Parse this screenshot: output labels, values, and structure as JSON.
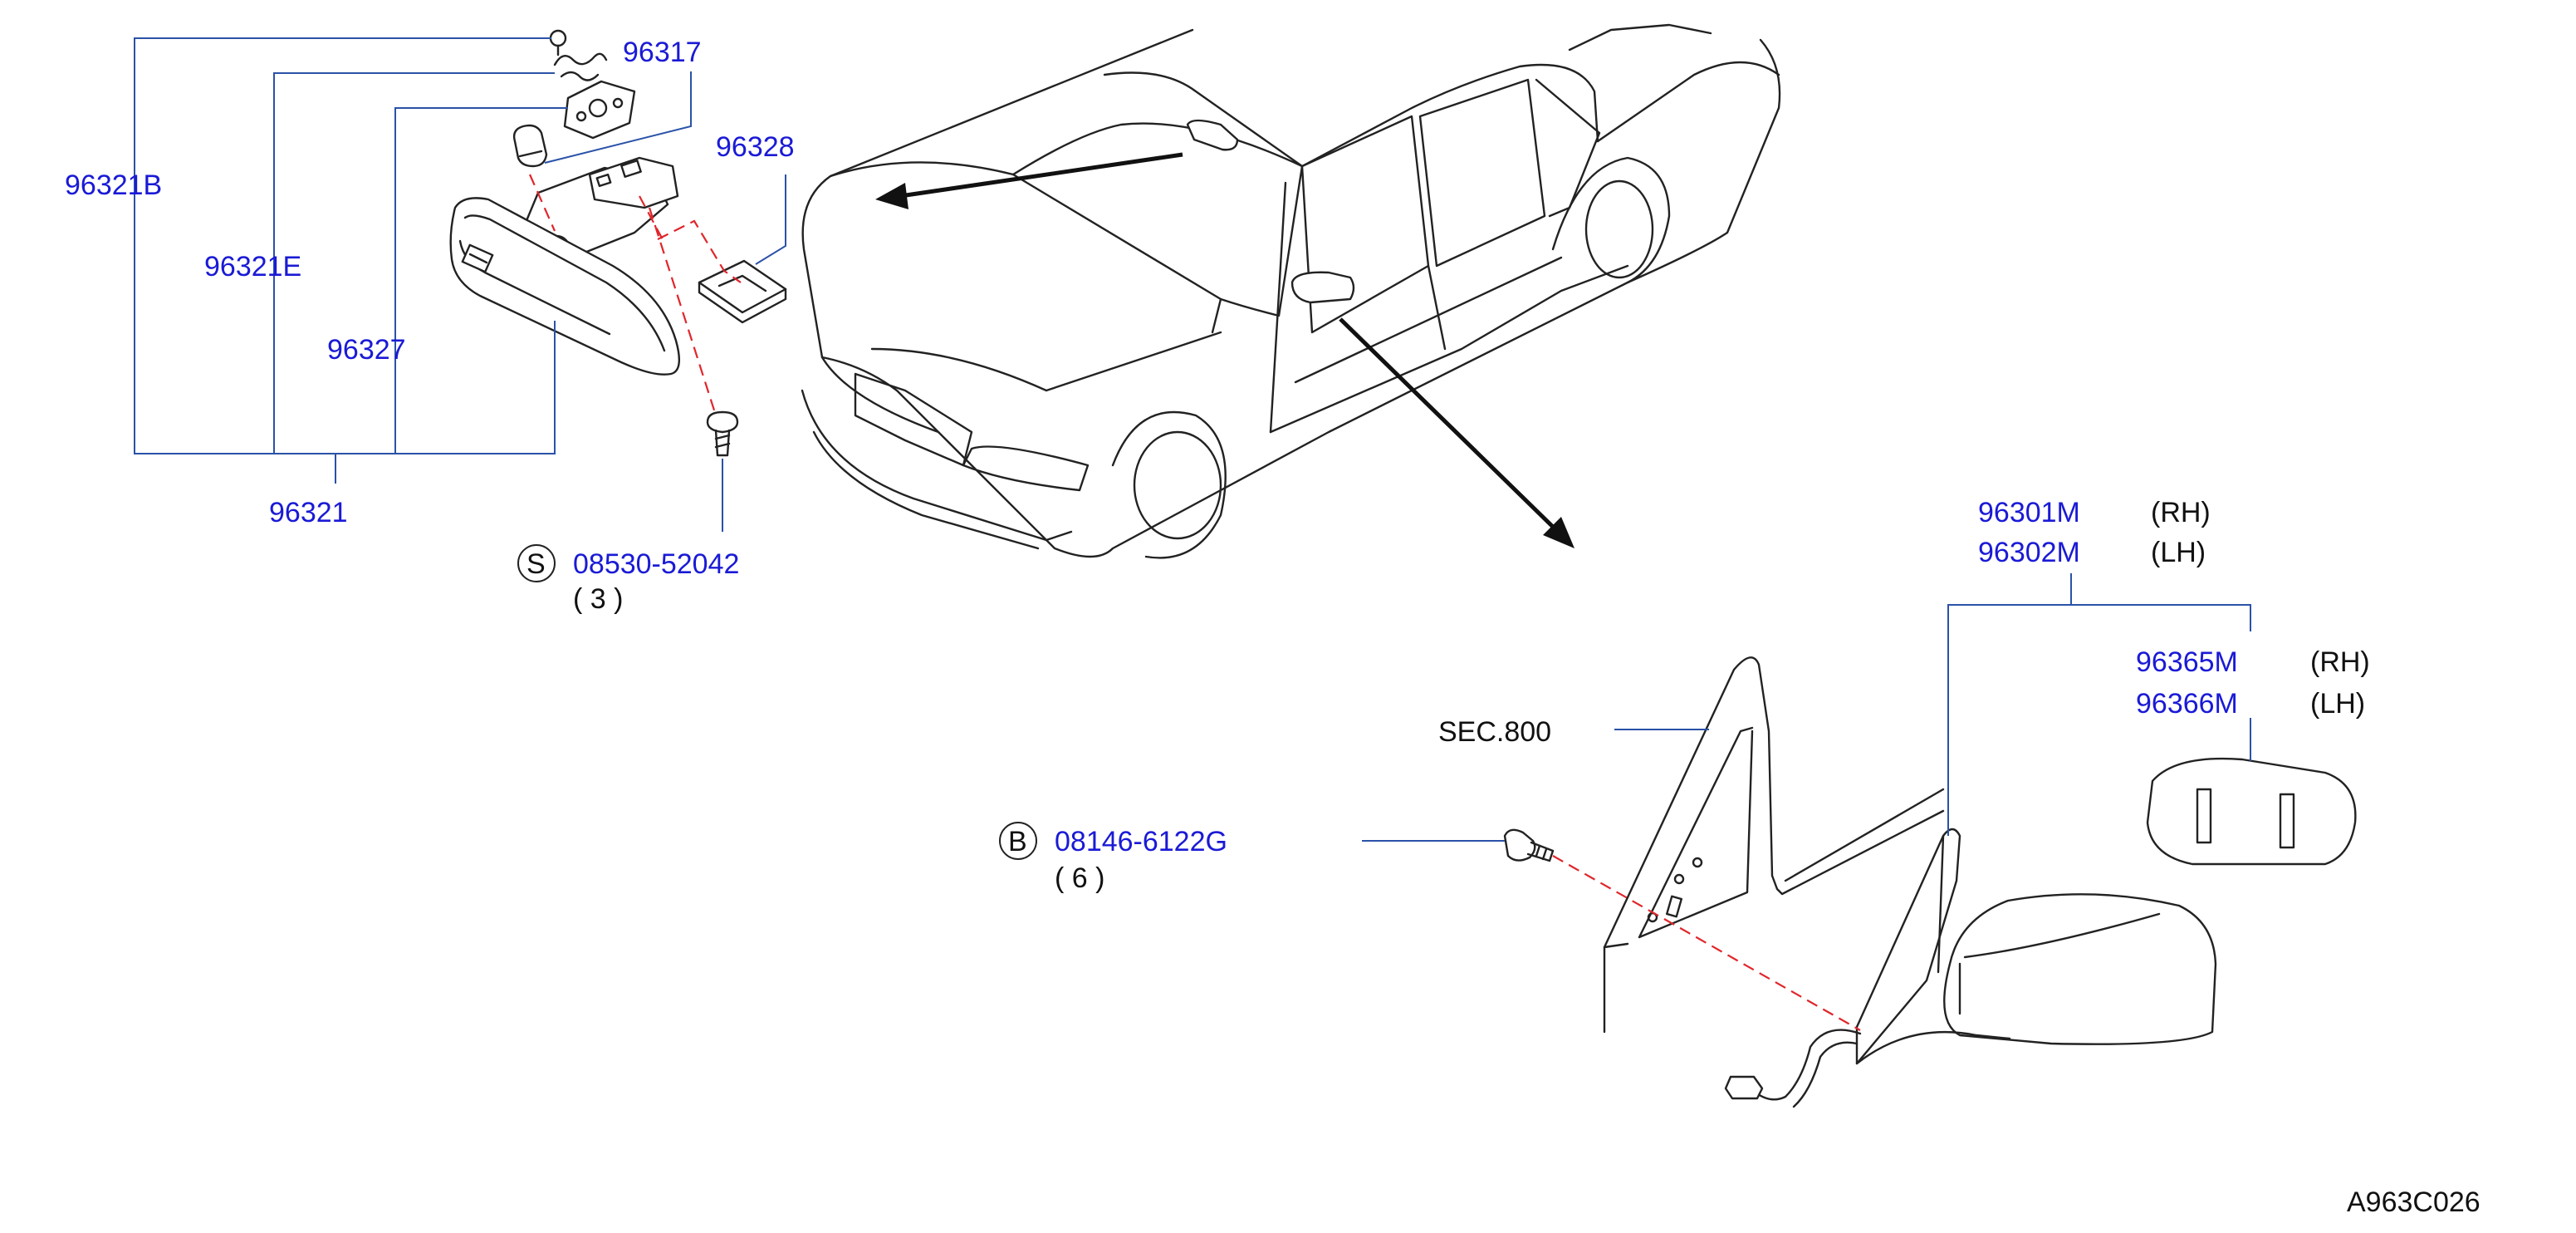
{
  "labels": {
    "part_96317": "96317",
    "part_96328": "96328",
    "part_96321B": "96321B",
    "part_96321E": "96321E",
    "part_96327": "96327",
    "part_96321": "96321",
    "screw_symbol": "S",
    "screw_part": "08530-52042",
    "screw_qty": "( 3 )",
    "mirror_rh_part": "96301M",
    "mirror_rh_side": "(RH)",
    "mirror_lh_part": "96302M",
    "mirror_lh_side": "(LH)",
    "glass_rh_part": "96365M",
    "glass_rh_side": "(RH)",
    "glass_lh_part": "96366M",
    "glass_lh_side": "(LH)",
    "section_ref": "SEC.800",
    "bolt_symbol": "B",
    "bolt_part": "08146-6122G",
    "bolt_qty": "( 6 )",
    "diagram_code": "A963C026"
  },
  "colors": {
    "part_number": "#1a1ad6",
    "leader_line": "#2a52a8",
    "hidden_line": "#e0262b",
    "outline": "#222222"
  }
}
